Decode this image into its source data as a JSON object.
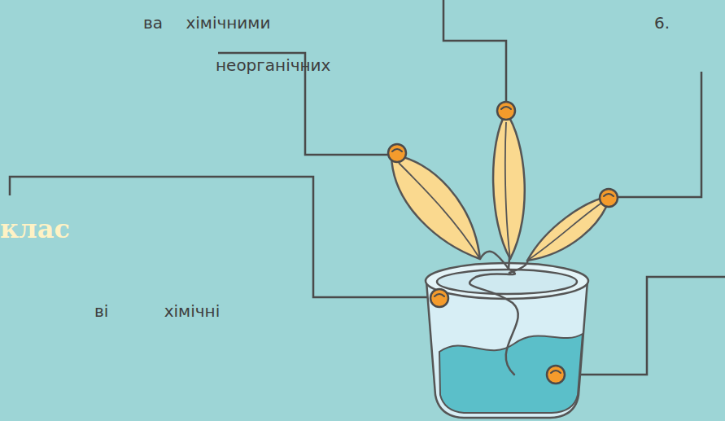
{
  "diagram": {
    "labels": [
      "ва хімічними",
      "неорганічних",
      "клас",
      "ві хімічні",
      "6."
    ]
  }
}
